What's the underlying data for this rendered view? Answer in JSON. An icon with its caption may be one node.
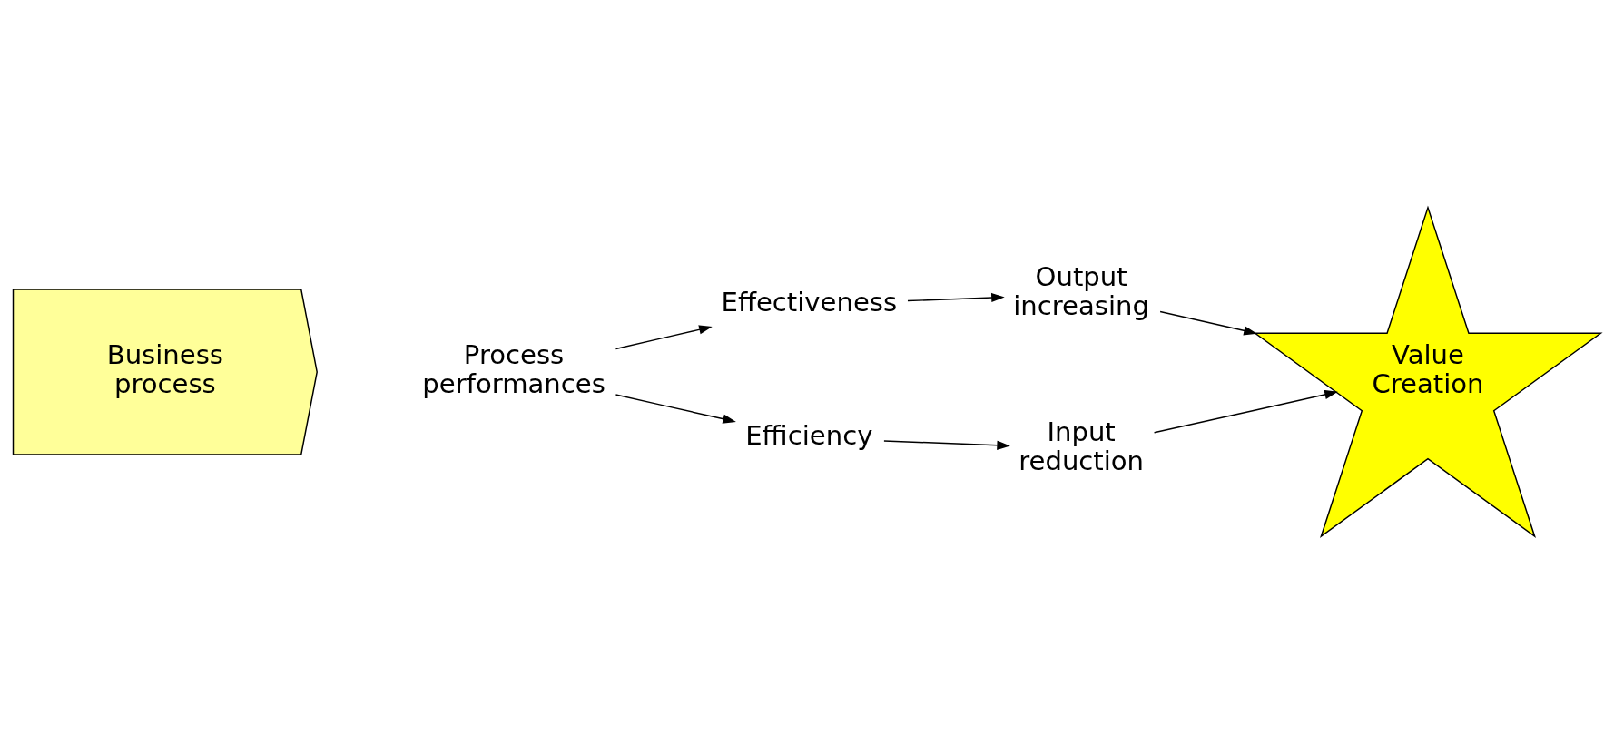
{
  "diagram": {
    "nodes": [
      {
        "text": [
          "Business process"
        ]
      },
      {
        "text": [
          "Process performances"
        ]
      },
      {
        "text": [
          "Effectiveness"
        ]
      },
      {
        "text": [
          "Output increasing"
        ]
      },
      {
        "text": [
          "Efficiency"
        ]
      },
      {
        "text": [
          "Input reduction"
        ]
      },
      {
        "text": [
          "Value Creation"
        ]
      }
    ],
    "edges": [
      {
        "from": 1,
        "to": 2,
        "arrow": "to"
      },
      {
        "from": 2,
        "to": 3,
        "arrow": "to"
      },
      {
        "from": 3,
        "to": 6,
        "arrow": "to"
      },
      {
        "from": 1,
        "to": 4,
        "arrow": "to"
      },
      {
        "from": 4,
        "to": 5,
        "arrow": "to"
      },
      {
        "from": 5,
        "to": 6,
        "arrow": "to"
      }
    ]
  }
}
